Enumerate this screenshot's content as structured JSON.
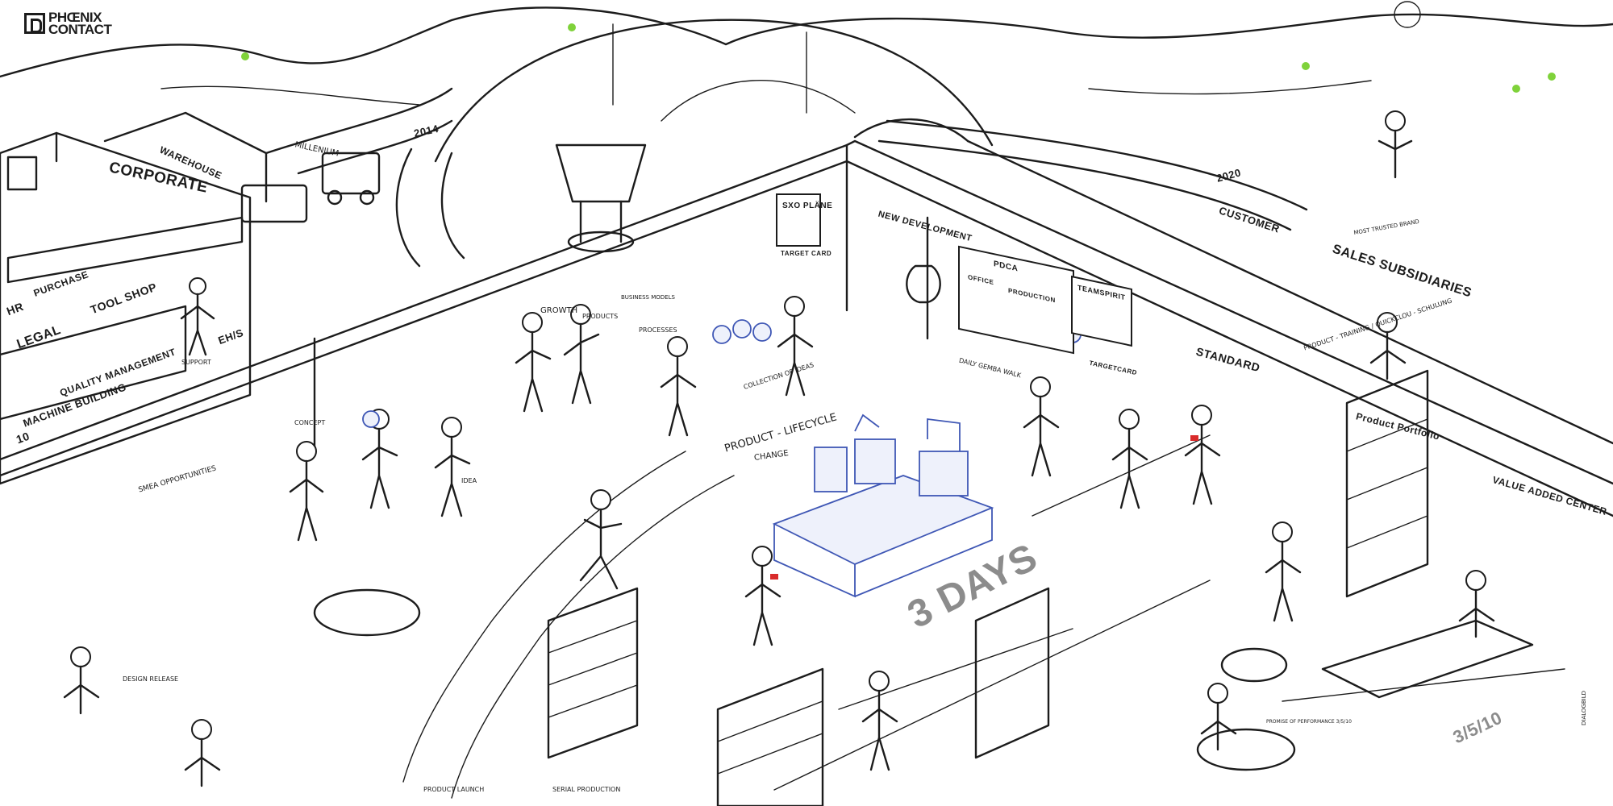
{
  "brand": {
    "line1": "PHŒNIX",
    "line2": "CONTACT"
  },
  "timeline": {
    "year_2014": "2014",
    "millenium": "MILLENIUM",
    "year_2020": "2020",
    "brand_badge": "MOST TRUSTED BRAND"
  },
  "buildings": {
    "corporate": "CORPORATE",
    "warehouse": "WAREHOUSE",
    "new_development": "NEW DEVELOPMENT",
    "customer": "CUSTOMER",
    "sales_subsidiaries": "SALES SUBSIDIARIES",
    "standard": "STANDARD",
    "value_added_center": "VALUE ADDED CENTER",
    "product_portfolio": "Product Portfolio"
  },
  "puzzle": {
    "hr": "HR",
    "purchase": "PURCHASE",
    "tool_shop": "TOOL SHOP",
    "legal": "LEGAL",
    "machine_building": "MACHINE BUILDING",
    "quality_management": "QUALITY MANAGEMENT",
    "ehs": "EH/S",
    "number": "10"
  },
  "boards": {
    "sxo_plane": "SXO PLÄNE",
    "target_card": "TARGET CARD",
    "pdca": "PDCA",
    "office": "OFFICE",
    "production": "PRODUCTION",
    "teamspirit": "TEAMSPIRIT",
    "target_card2": "TARGETCARD",
    "daily_gemba": "DAILY GEMBA WALK",
    "smea": "SMEA OPPORTUNITIES",
    "collection_of_ideas": "COLLECTION OF IDEAS",
    "product_training": "PRODUCT - TRAINING / QUICKCLOU - SCHULUNG"
  },
  "annotations": {
    "growth": "GROWTH",
    "products": "PRODUCTS",
    "business_models": "BUSINESS MODELS",
    "processes": "PROCESSES",
    "support": "SUPPORT",
    "concept": "CONCEPT",
    "idea": "IDEA",
    "product_lifecycle": "PRODUCT - LIFECYCLE",
    "change": "CHANGE",
    "design_release": "DESIGN RELEASE",
    "product_launch": "PRODUCT LAUNCH",
    "serial_production": "SERIAL PRODUCTION",
    "promise": "PROMISE OF PERFORMANCE 3/5/10"
  },
  "floor": {
    "three_days": "3 DAYS",
    "three_five_ten": "3/5/10"
  },
  "credit": "DIALOGBILD",
  "colors": {
    "ink": "#1c1c1c",
    "accent_blue": "#3f57b5",
    "highlight_green": "#7fd23a",
    "alert_red": "#d92b2b"
  }
}
